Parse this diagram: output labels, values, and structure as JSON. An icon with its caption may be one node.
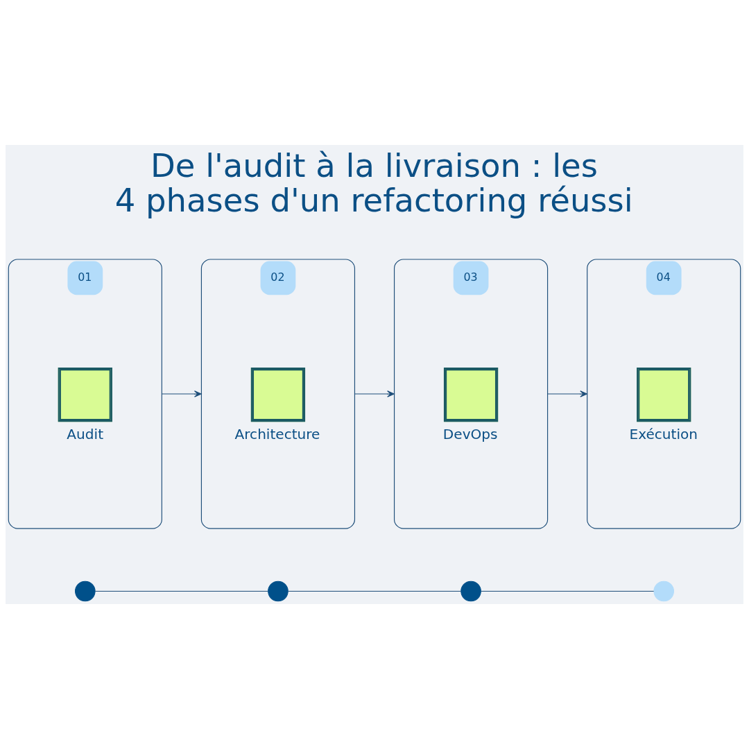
{
  "diagram": {
    "title": "De l'audit à la livraison : les 4 phases d'un refactoring réussi",
    "nodes": [
      {
        "text": [
          "01",
          "Audit"
        ]
      },
      {
        "text": [
          "02",
          "Architecture"
        ]
      },
      {
        "text": [
          "03",
          "DevOps"
        ]
      },
      {
        "text": [
          "04",
          "Exécution"
        ]
      },
      {
        "text": [],
        "shape": "circle"
      },
      {
        "text": [],
        "shape": "circle"
      },
      {
        "text": [],
        "shape": "circle"
      },
      {
        "text": [],
        "shape": "circle"
      }
    ],
    "edges": [
      {
        "from": 0,
        "to": 1,
        "arrow": "to"
      },
      {
        "from": 1,
        "to": 2,
        "arrow": "to"
      },
      {
        "from": 2,
        "to": 3,
        "arrow": "to"
      },
      {
        "from": 4,
        "to": 5,
        "arrow": "none"
      },
      {
        "from": 5,
        "to": 6,
        "arrow": "none"
      },
      {
        "from": 6,
        "to": 7,
        "arrow": "none"
      }
    ]
  }
}
